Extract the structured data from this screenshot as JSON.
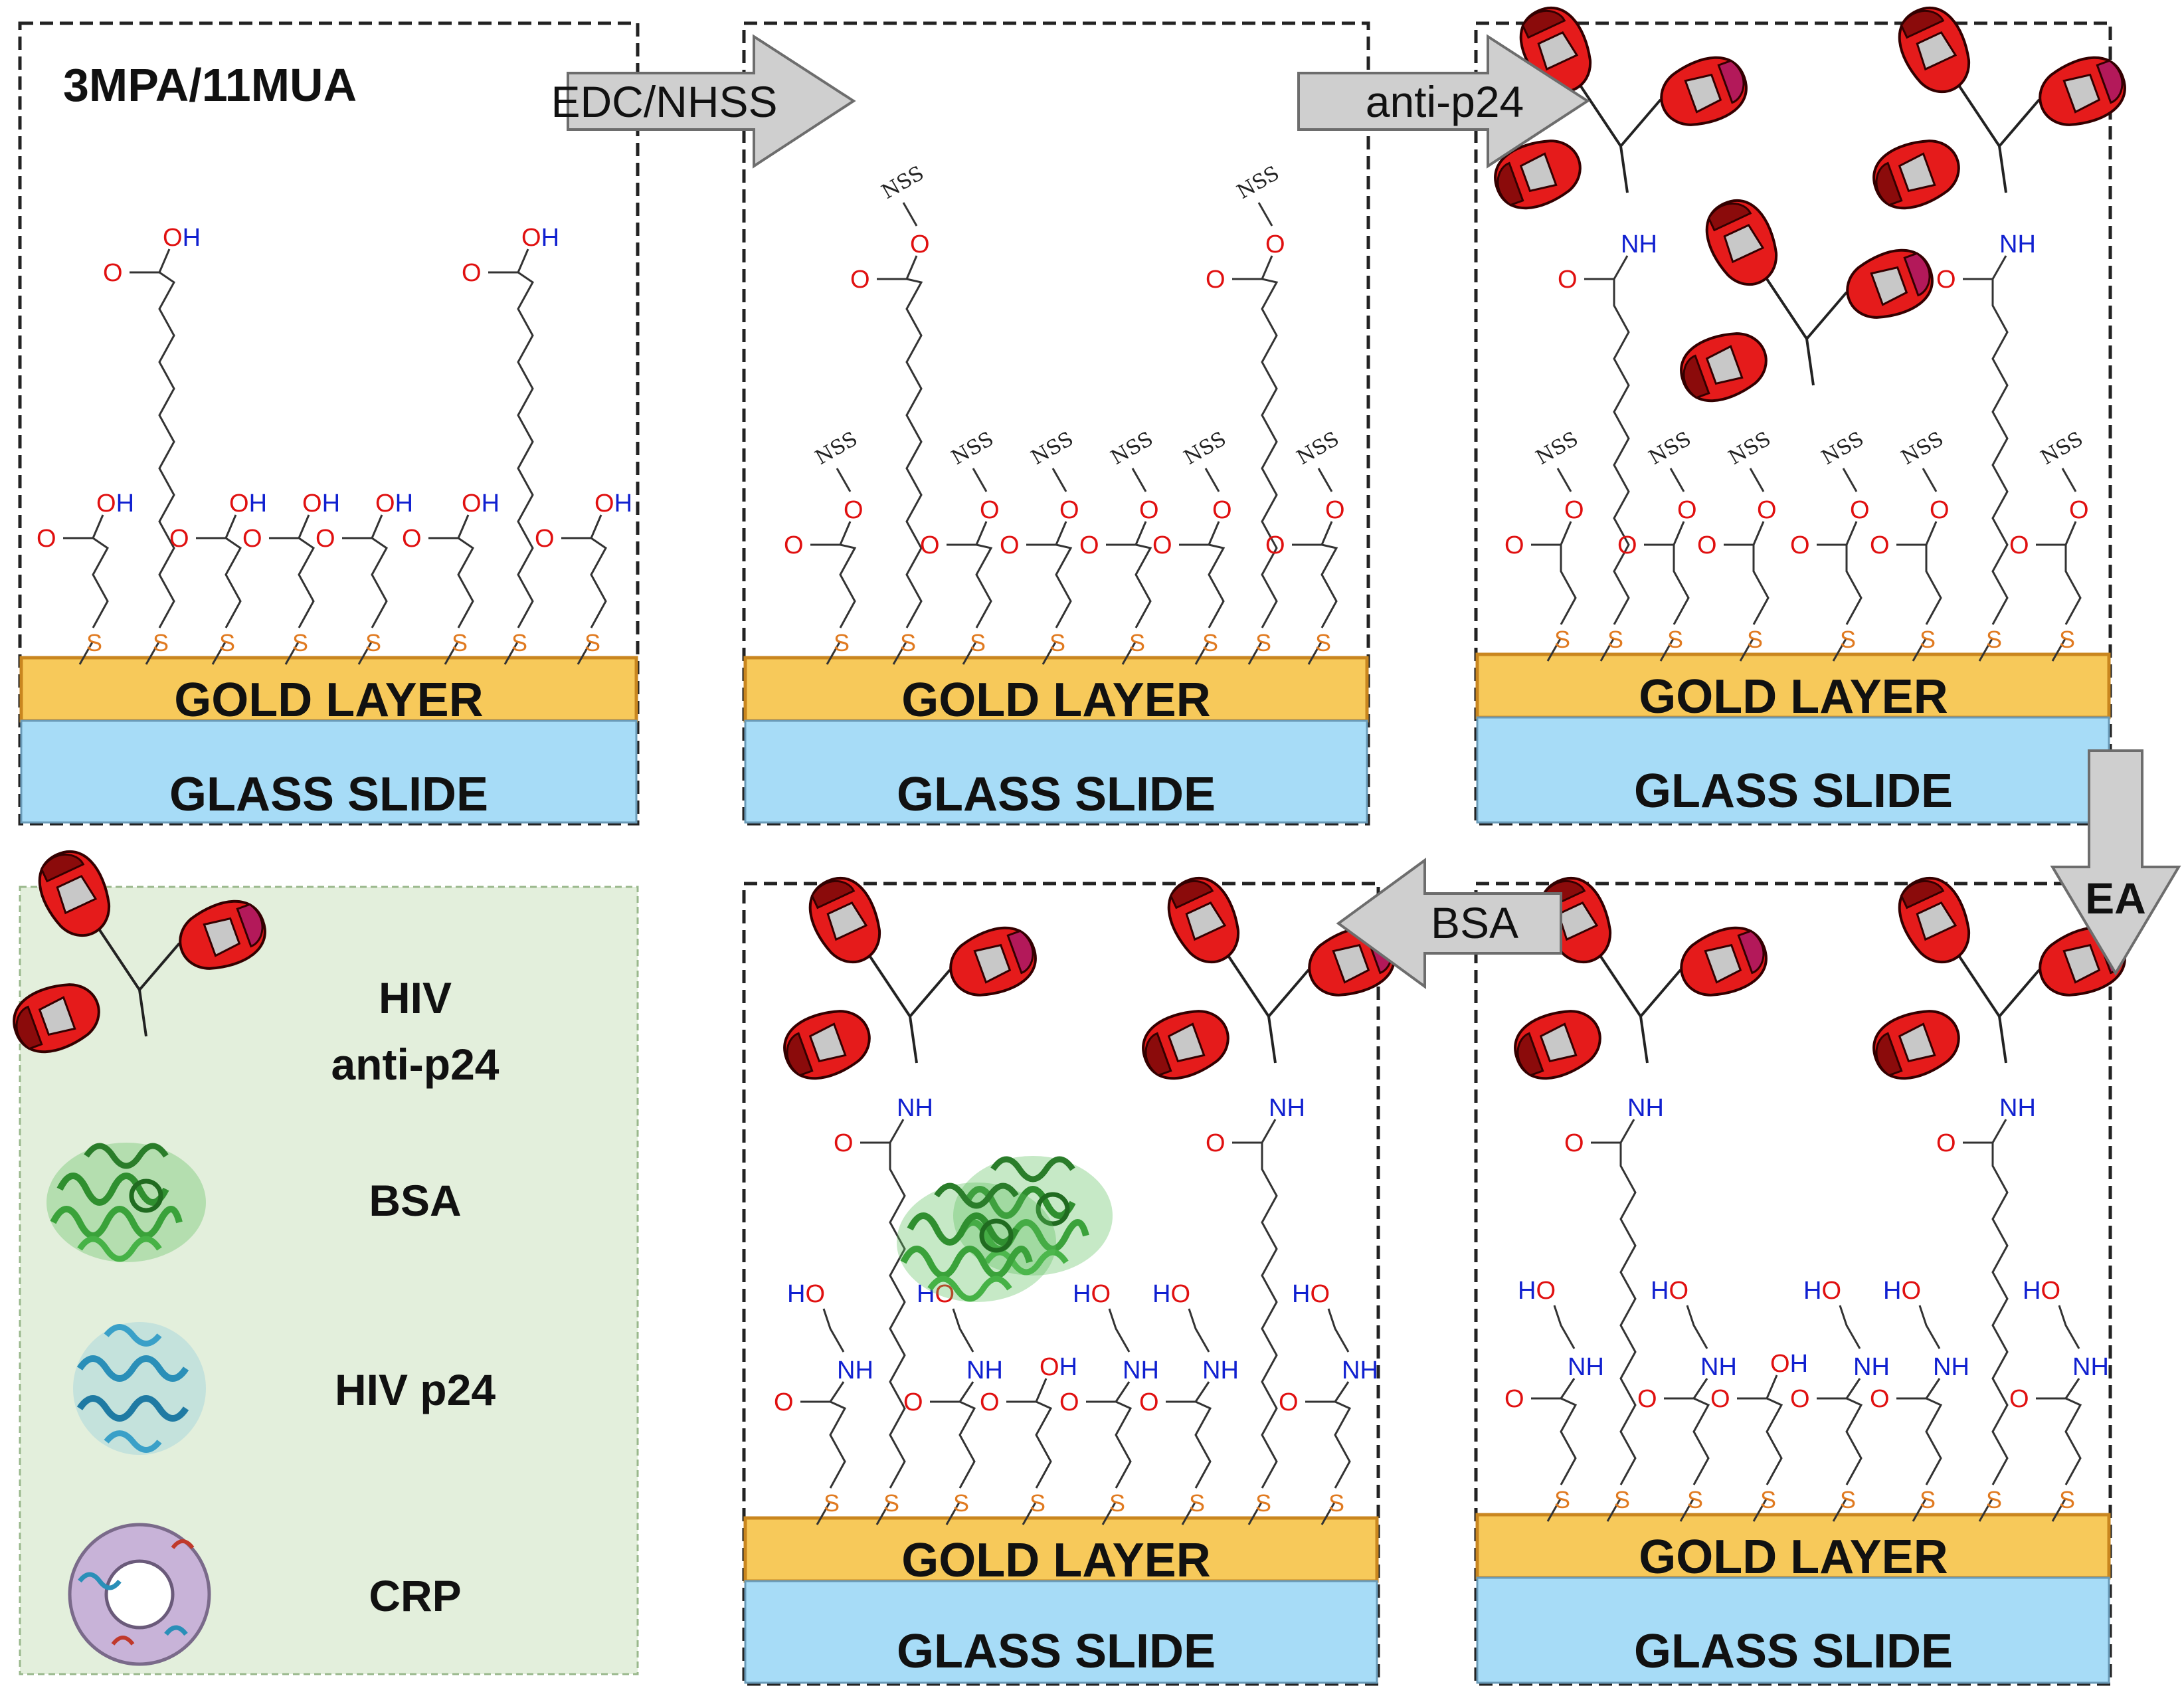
{
  "panels": {
    "p1": {
      "title": "3MPA/11MUA",
      "gold": "GOLD LAYER",
      "glass": "GLASS SLIDE"
    },
    "p2": {
      "gold": "GOLD LAYER",
      "glass": "GLASS SLIDE"
    },
    "p3": {
      "gold": "GOLD LAYER",
      "glass": "GLASS SLIDE"
    },
    "p4": {
      "gold": "GOLD LAYER",
      "glass": "GLASS SLIDE"
    },
    "p5": {
      "gold": "GOLD LAYER",
      "glass": "GLASS SLIDE"
    }
  },
  "arrows": {
    "edc": "EDC/NHSS",
    "antip24": "anti-p24",
    "ea": "EA",
    "bsa": "BSA"
  },
  "atoms": {
    "oxygen": "O",
    "hydrogen": "H",
    "hydroxyl": "OH",
    "sulfur": "S",
    "amine": "NH",
    "hydroxyl_left": "HO",
    "ester_group": "NSS"
  },
  "legend": {
    "items": [
      {
        "line1": "HIV",
        "line2": "anti-p24",
        "icon": "antibody-icon"
      },
      {
        "line1": "BSA",
        "icon": "bsa-protein-icon"
      },
      {
        "line1": "HIV p24",
        "icon": "p24-protein-icon"
      },
      {
        "line1": "CRP",
        "icon": "crp-protein-icon"
      }
    ]
  },
  "colors": {
    "gold": "#f7c95a",
    "glass": "#a7dcf7",
    "antibody": "#e01010",
    "bsa": "#3aa23a",
    "p24": "#2a8fb8",
    "legend_bg": "#e3efdc",
    "oxygen": "#e01010",
    "hydrogen": "#1020d0",
    "sulfur": "#e07a20"
  }
}
